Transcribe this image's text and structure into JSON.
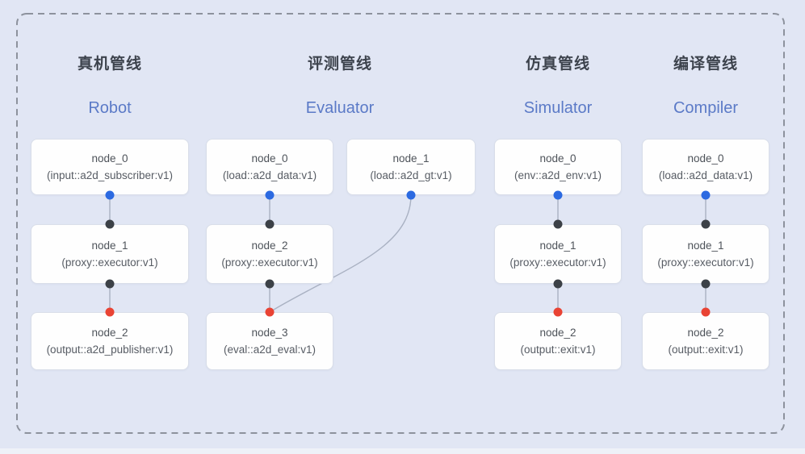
{
  "diagram": {
    "background": "#e1e6f4",
    "frame_border_color": "#8d929d",
    "edge_color": "#a9b1c2",
    "dot_colors": {
      "blue": "#2c6ae1",
      "dark": "#3c4147",
      "red": "#e94334"
    }
  },
  "pipelines": [
    {
      "id": "robot",
      "title_zh": "真机管线",
      "title_en": "Robot",
      "nodes": [
        {
          "name": "node_0",
          "impl": "(input::a2d_subscriber:v1)",
          "col": 0,
          "row": 0
        },
        {
          "name": "node_1",
          "impl": "(proxy::executor:v1)",
          "col": 0,
          "row": 1
        },
        {
          "name": "node_2",
          "impl": "(output::a2d_publisher:v1)",
          "col": 0,
          "row": 2
        }
      ]
    },
    {
      "id": "evaluator",
      "title_zh": "评测管线",
      "title_en": "Evaluator",
      "nodes": [
        {
          "name": "node_0",
          "impl": "(load::a2d_data:v1)",
          "col": 1,
          "row": 0
        },
        {
          "name": "node_1",
          "impl": "(load::a2d_gt:v1)",
          "col": 2,
          "row": 0
        },
        {
          "name": "node_2",
          "impl": "(proxy::executor:v1)",
          "col": 1,
          "row": 1
        },
        {
          "name": "node_3",
          "impl": "(eval::a2d_eval:v1)",
          "col": 1,
          "row": 2
        }
      ]
    },
    {
      "id": "simulator",
      "title_zh": "仿真管线",
      "title_en": "Simulator",
      "nodes": [
        {
          "name": "node_0",
          "impl": "(env::a2d_env:v1)",
          "col": 3,
          "row": 0
        },
        {
          "name": "node_1",
          "impl": "(proxy::executor:v1)",
          "col": 3,
          "row": 1
        },
        {
          "name": "node_2",
          "impl": "(output::exit:v1)",
          "col": 3,
          "row": 2
        }
      ]
    },
    {
      "id": "compiler",
      "title_zh": "编译管线",
      "title_en": "Compiler",
      "nodes": [
        {
          "name": "node_0",
          "impl": "(load::a2d_data:v1)",
          "col": 4,
          "row": 0
        },
        {
          "name": "node_1",
          "impl": "(proxy::executor:v1)",
          "col": 4,
          "row": 1
        },
        {
          "name": "node_2",
          "impl": "(output::exit:v1)",
          "col": 4,
          "row": 2
        }
      ]
    }
  ],
  "edges": [
    {
      "from": "robot.node_0",
      "to": "robot.node_1",
      "type": "straight",
      "from_dot": "blue",
      "to_dot": "dark"
    },
    {
      "from": "robot.node_1",
      "to": "robot.node_2",
      "type": "straight",
      "from_dot": "dark",
      "to_dot": "red"
    },
    {
      "from": "evaluator.node_0",
      "to": "evaluator.node_2",
      "type": "straight",
      "from_dot": "blue",
      "to_dot": "dark"
    },
    {
      "from": "evaluator.node_2",
      "to": "evaluator.node_3",
      "type": "straight",
      "from_dot": "dark",
      "to_dot": "red"
    },
    {
      "from": "evaluator.node_1",
      "to": "evaluator.node_3",
      "type": "curve",
      "from_dot": "blue",
      "to_dot": "red"
    },
    {
      "from": "simulator.node_0",
      "to": "simulator.node_1",
      "type": "straight",
      "from_dot": "blue",
      "to_dot": "dark"
    },
    {
      "from": "simulator.node_1",
      "to": "simulator.node_2",
      "type": "straight",
      "from_dot": "dark",
      "to_dot": "red"
    },
    {
      "from": "compiler.node_0",
      "to": "compiler.node_1",
      "type": "straight",
      "from_dot": "blue",
      "to_dot": "dark"
    },
    {
      "from": "compiler.node_1",
      "to": "compiler.node_2",
      "type": "straight",
      "from_dot": "dark",
      "to_dot": "red"
    }
  ]
}
